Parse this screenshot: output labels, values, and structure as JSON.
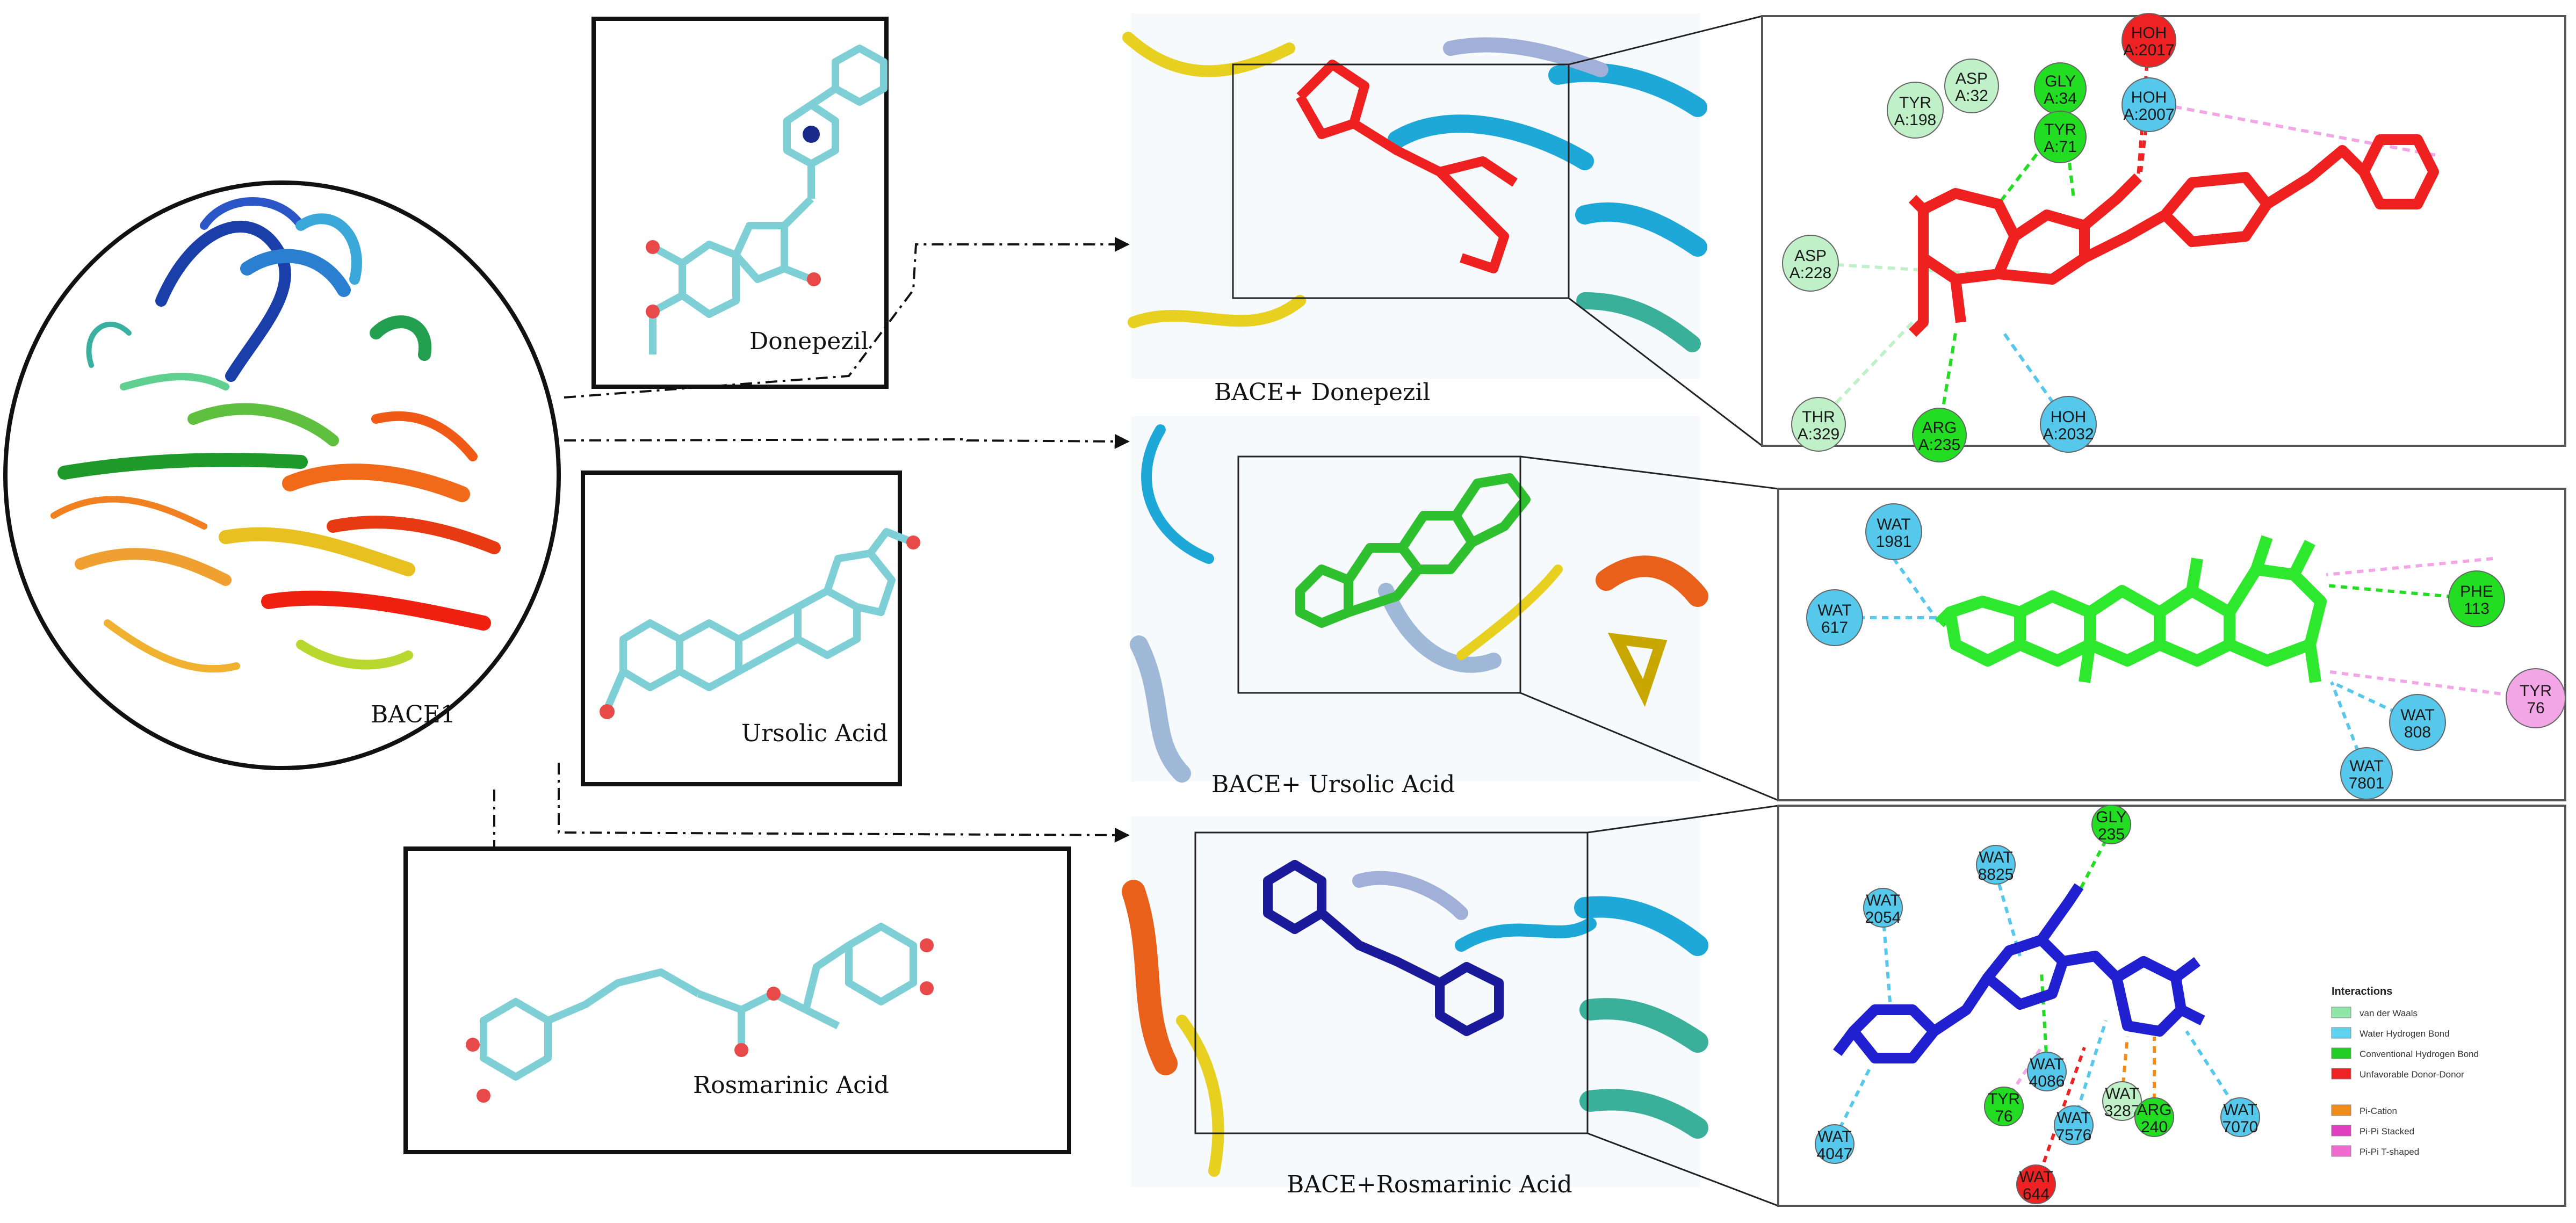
{
  "labels": {
    "bace1": "BACE1",
    "donepezil": "Donepezil",
    "ursolic": "Ursolic Acid",
    "rosmarinic": "Rosmarinic Acid",
    "complex1": "BACE+ Donepezil",
    "complex2": "BACE+ Ursolic Acid",
    "complex3": "BACE+Rosmarinic Acid"
  },
  "interactions1": [
    {
      "l1": "TYR",
      "l2": "A:198"
    },
    {
      "l1": "ASP",
      "l2": "A:32"
    },
    {
      "l1": "GLY",
      "l2": "A:34"
    },
    {
      "l1": "TYR",
      "l2": "A:71"
    },
    {
      "l1": "HOH",
      "l2": "A:2017"
    },
    {
      "l1": "HOH",
      "l2": "A:2007"
    },
    {
      "l1": "ASP",
      "l2": "A:228"
    },
    {
      "l1": "THR",
      "l2": "A:329"
    },
    {
      "l1": "ARG",
      "l2": "A:235"
    },
    {
      "l1": "HOH",
      "l2": "A:2032"
    }
  ],
  "interactions2": [
    {
      "l1": "WAT",
      "l2": "1981"
    },
    {
      "l1": "WAT",
      "l2": "617"
    },
    {
      "l1": "PHE",
      "l2": "113"
    },
    {
      "l1": "TYR",
      "l2": "76"
    },
    {
      "l1": "WAT",
      "l2": "808"
    },
    {
      "l1": "WAT",
      "l2": "7801"
    }
  ],
  "interactions3": [
    {
      "l1": "GLY",
      "l2": "235"
    },
    {
      "l1": "WAT",
      "l2": "8825"
    },
    {
      "l1": "WAT",
      "l2": "2054"
    },
    {
      "l1": "WAT",
      "l2": "4086"
    },
    {
      "l1": "TYR",
      "l2": "76"
    },
    {
      "l1": "WAT",
      "l2": "3287"
    },
    {
      "l1": "WAT",
      "l2": "7576"
    },
    {
      "l1": "ARG",
      "l2": "240"
    },
    {
      "l1": "WAT",
      "l2": "7070"
    },
    {
      "l1": "WAT",
      "l2": "4047"
    },
    {
      "l1": "WAT",
      "l2": "644"
    }
  ],
  "legend": {
    "title": "Interactions",
    "items": [
      {
        "label": "van der Waals",
        "color": "#8fe6a8"
      },
      {
        "label": "Water Hydrogen Bond",
        "color": "#5fd3f0"
      },
      {
        "label": "Conventional Hydrogen Bond",
        "color": "#22cc22"
      },
      {
        "label": "Unfavorable Donor-Donor",
        "color": "#ee2222"
      },
      {
        "label": "Pi-Cation",
        "color": "#f08c1a"
      },
      {
        "label": "Pi-Pi Stacked",
        "color": "#e040c0"
      },
      {
        "label": "Pi-Pi T-shaped",
        "color": "#f06ad0"
      }
    ]
  },
  "colors": {
    "water": "#56c8ec",
    "hbond": "#22dd22",
    "vdw": "#bff0c8",
    "unfavorable": "#ee2222",
    "pi": "#f2a6e6",
    "donepezil": "#ee2020",
    "ursolic": "#2ee82e",
    "rosmarinic": "#2020d0",
    "stick": "#7fcfd6"
  }
}
